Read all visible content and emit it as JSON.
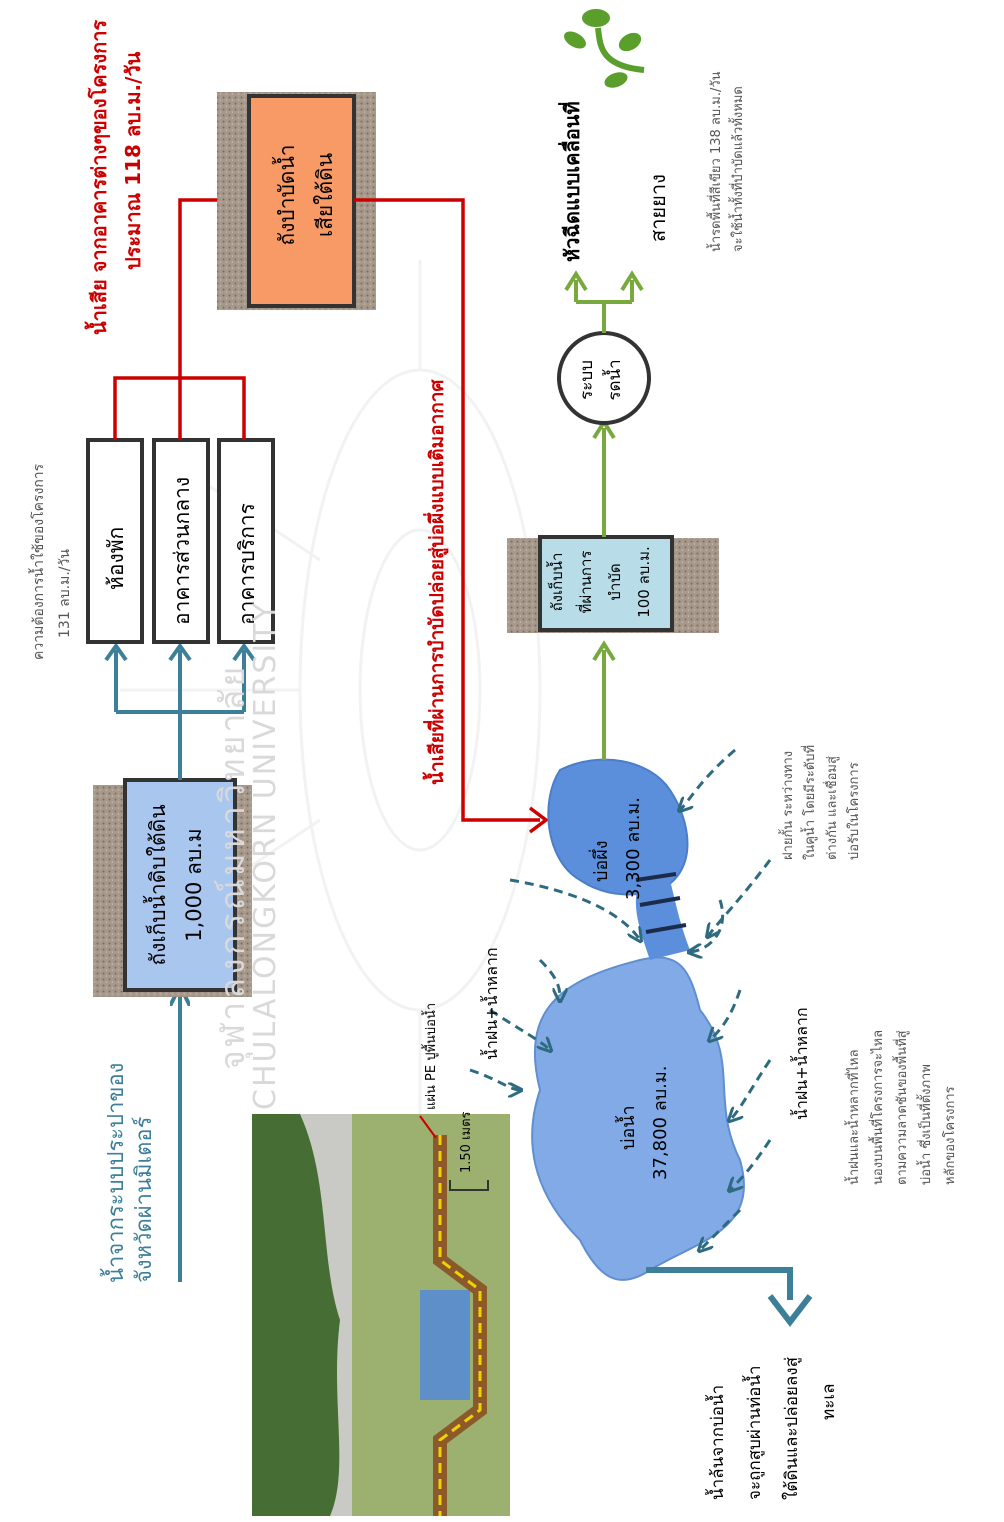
{
  "supply": {
    "source_line1": "น้ำจากระบบประปาของ",
    "source_line2": "จังหวัดผ่านมิเตอร์",
    "tank_line1": "ถังเก็บน้ำดิบใต้ดิน",
    "tank_line2": "1,000 ลบ.ม"
  },
  "demand": {
    "line1": "ความต้องการน้ำใช้ของโครงการ",
    "line2": "131 ลบ.ม./วัน"
  },
  "buildings": [
    "ห้องพัก",
    "อาคารส่วนกลาง",
    "อาคารบริการ"
  ],
  "wastewater": {
    "line1": "น้ำเสีย จากอาคารต่างๆของโครงการ",
    "line2": "ประมาณ 118 ลบ.ม./วัน",
    "tank_line1": "ถังบำบัดน้ำ",
    "tank_line2": "เสียใต้ดิน",
    "treated_label": "น้ำเสียที่ผ่านการบำบัดปล่อยสู่บ่อผึ่งแบบเติมอากาศ"
  },
  "treated_tank": {
    "line1": "ถังเก็บน้ำ",
    "line2": "ที่ผ่านการ",
    "line3": "บำบัด",
    "line4": "100 ลบ.ม."
  },
  "irrigation": {
    "system_line1": "ระบบ",
    "system_line2": "รดน้ำ",
    "sprinkler": "หัวฉีดแบบเคลื่อนที่",
    "hose": "สายยาง",
    "note_line1": "น้ำรดพื้นที่สีเขียว 138 ลบ.ม./วัน",
    "note_line2": "จะใช้น้ำทั้งที่บำบัดแล้วทั้งหมด"
  },
  "ponds": {
    "aeration_name": "บ่อผึ่ง",
    "aeration_volume": "3,300 ลบ.ม.",
    "water_name": "บ่อน้ำ",
    "water_volume": "37,800 ลบ.ม."
  },
  "notes": {
    "weir_line1": "ฝายกั้น ระหว่างทาง",
    "weir_line2": "ในคูน้ำ โดยมีระดับที่",
    "weir_line3": "ต่างกัน และเชื่อมสู่",
    "weir_line4": "บ่อรับในโครงการ",
    "rain_runoff_1": "น้ำฝน+น้ำหลาก",
    "rain_runoff_2": "น้ำฝน+น้ำหลาก",
    "runoff_line1": "น้ำฝนและน้ำหลากที่ไหล",
    "runoff_line2": "นองบนพื้นที่โครงการจะไหล",
    "runoff_line3": "ตามความลาดชันของพื้นที่สู่",
    "runoff_line4": "บ่อน้ำ ซึ่งเป็นที่ตั้งภาพ",
    "runoff_line5": "หลักของโครงการ",
    "pe_liner": "แผ่น PE ปูพื้นบ่อน้ำ",
    "depth": "1.50 เมตร",
    "overflow_line1": "น้ำล้นจากบ่อน้ำ",
    "overflow_line2": "จะถูกสูบผ่านท่อน้ำ",
    "overflow_line3": "ใต้ดินและปล่อยลงสู่",
    "overflow_line4": "ทะเล"
  },
  "watermark": {
    "thai": "จุฬาลงกรณ์มหาวิทยาลัย",
    "english": "CHULALONGKORN UNIVERSITY"
  },
  "colors": {
    "supply_blue": "#3d7f98",
    "wastewater_red": "#cc0000",
    "irrigation_green": "#77a93c",
    "raw_tank_fill": "#a9c6ef",
    "treatment_tank_fill": "#f79a65",
    "treated_tank_fill": "#b8dde8",
    "aeration_pond": "#5b8fdc",
    "water_pond": "#82aae6",
    "soil": "#a89a8a"
  }
}
